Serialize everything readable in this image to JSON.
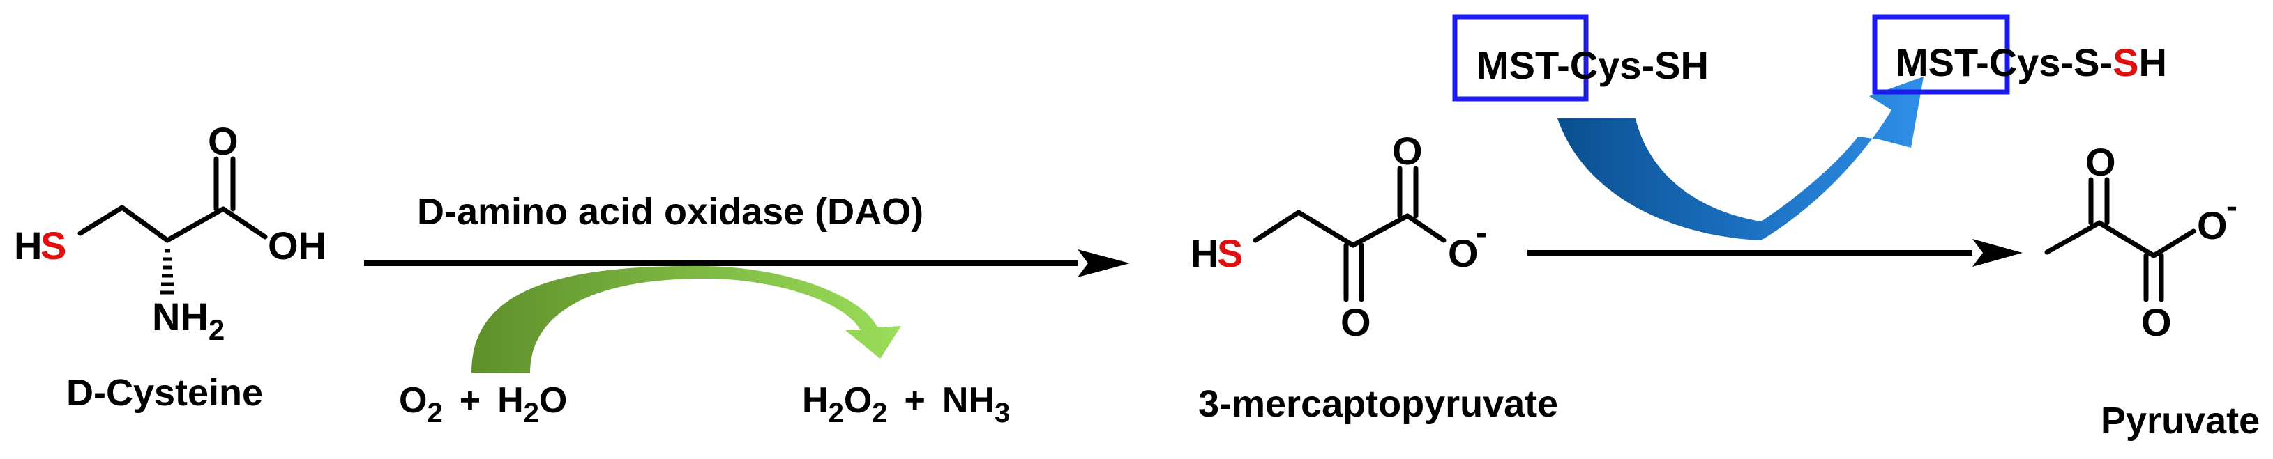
{
  "colors": {
    "sulfur": "#e01010",
    "box": "#1c1cf0",
    "blue_arrow_dark": "#0a4f8f",
    "blue_arrow_light": "#2f8fe8",
    "green_arrow_dark": "#5e8f2a",
    "green_arrow_light": "#9bde5a"
  },
  "d_cysteine": {
    "name": "D-Cysteine",
    "s_h": "H",
    "s": "S",
    "oh": "OH",
    "o": "O",
    "nh": "NH",
    "nh_sub": "2"
  },
  "reaction1": {
    "enzyme": "D-amino acid oxidase (DAO)",
    "reactant_o": "O",
    "reactant_o_sub": "2",
    "plus1": "+",
    "reactant_h2o_h": "H",
    "reactant_h2o_sub": "2",
    "reactant_h2o_o": "O",
    "product_h": "H",
    "product_h_sub": "2",
    "product_o": "O",
    "product_o_sub": "2",
    "plus2": "+",
    "product_nh": "NH",
    "product_nh_sub": "3"
  },
  "mercaptopyruvate": {
    "name": "3-mercaptopyruvate",
    "s_h": "H",
    "s": "S",
    "o_top": "O",
    "o_minus": "O",
    "charge": "-",
    "o_bottom": "O"
  },
  "reaction2": {
    "enzyme_box": "MST",
    "substrate_rest": "-Cys-SH",
    "product_box": "MST",
    "product_rest_1": "-Cys-S-",
    "product_s": "S",
    "product_h": "H"
  },
  "pyruvate": {
    "name": "Pyruvate",
    "o_top": "O",
    "o_minus": "O",
    "charge": "-",
    "o_bottom": "O"
  }
}
